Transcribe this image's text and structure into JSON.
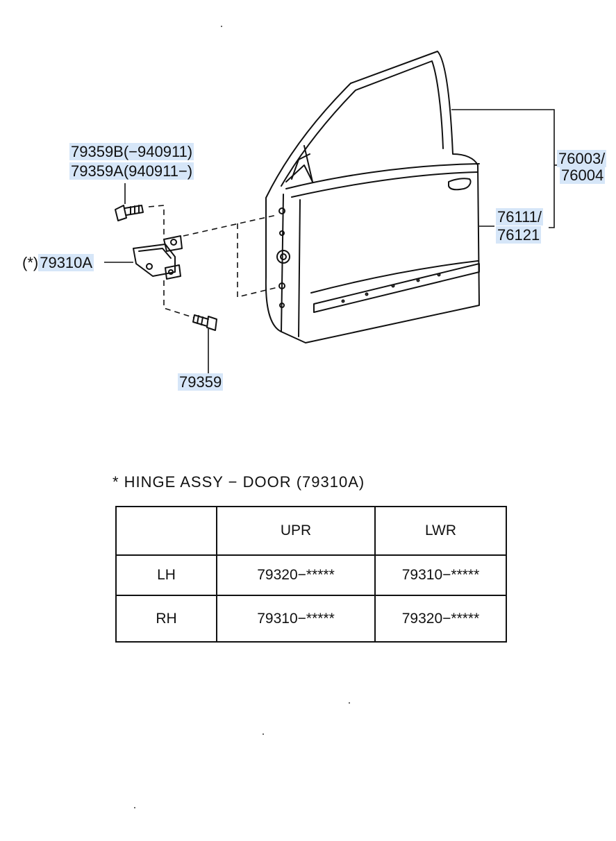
{
  "callouts": {
    "bolt_upper_line1": "79359B(−940911)",
    "bolt_upper_line2": "79359A(940911−)",
    "hinge_prefix": "(*)",
    "hinge": "79310A",
    "bolt_lower": "79359",
    "door_assy_line1": "76003/",
    "door_assy_line2": "76004",
    "door_panel_line1": "76111/",
    "door_panel_line2": "76121"
  },
  "hinge_table": {
    "title": "* HINGE ASSY − DOOR (79310A)",
    "columns": [
      "",
      "UPR",
      "LWR"
    ],
    "rows": [
      {
        "side": "LH",
        "upr": "79320−*****",
        "lwr": "79310−*****"
      },
      {
        "side": "RH",
        "upr": "79310−*****",
        "lwr": "79320−*****"
      }
    ]
  },
  "colors": {
    "line": "#111111",
    "highlight": "#d6e6f8"
  }
}
